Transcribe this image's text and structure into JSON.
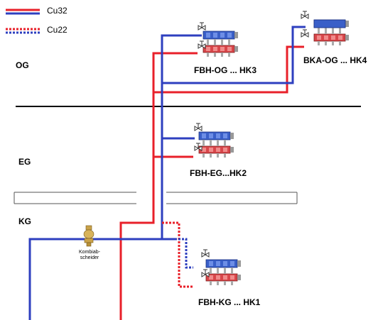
{
  "legend": [
    {
      "label": "Cu32",
      "color": "red-blue-solid"
    },
    {
      "label": "Cu22",
      "color": "red-blue-dotted"
    }
  ],
  "floors": {
    "og": "OG",
    "eg": "EG",
    "kg": "KG"
  },
  "manifolds": {
    "hk3": "FBH-OG ... HK3",
    "hk4": "BKA-OG ... HK4",
    "hk2": "FBH-EG...HK2",
    "hk1": "FBH-KG ... HK1"
  },
  "separator": {
    "line1": "Kombiab-",
    "line2": "scheider"
  },
  "colors": {
    "supply": "#e8202a",
    "return": "#2e3fbf"
  }
}
